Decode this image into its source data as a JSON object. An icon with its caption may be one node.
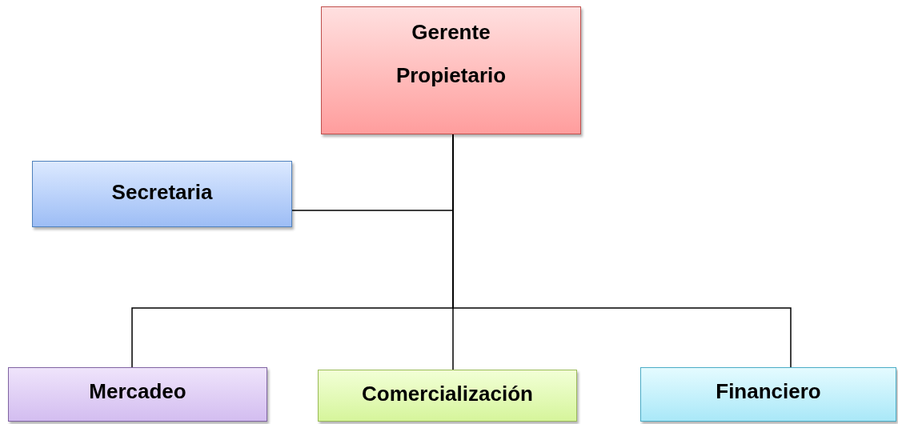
{
  "diagram": {
    "nodes": [
      {
        "text": [
          "Gerente Propietario"
        ]
      },
      {
        "text": [
          "Secretaria"
        ]
      },
      {
        "text": [
          "Mercadeo"
        ]
      },
      {
        "text": [
          "Comercialización"
        ]
      },
      {
        "text": [
          "Financiero"
        ]
      }
    ],
    "edges": [
      {
        "from": 0,
        "to": 1,
        "arrow": "none"
      },
      {
        "from": 0,
        "to": 2,
        "arrow": "none"
      },
      {
        "from": 0,
        "to": 3,
        "arrow": "none"
      },
      {
        "from": 0,
        "to": 4,
        "arrow": "none"
      }
    ]
  }
}
